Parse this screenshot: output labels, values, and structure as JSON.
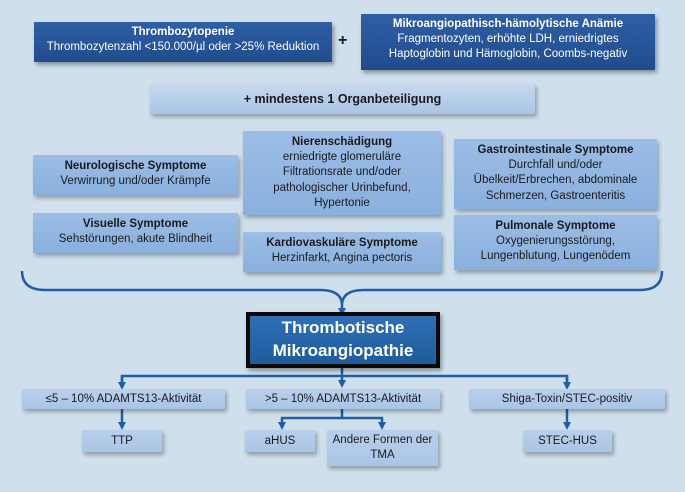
{
  "header": {
    "left": {
      "title": "Thrombozytopenie",
      "text": "Thrombozytenzahl <150.000/µl oder >25% Reduktion"
    },
    "plus": "+",
    "right": {
      "title": "Mikroangiopathisch-hämolytische Anämie",
      "lines": [
        "Fragmentozyten, erhöhte LDH, erniedrigtes",
        "Haptoglobin und Hämoglobin, Coombs-negativ"
      ]
    }
  },
  "organ_banner": "+ mindestens 1 Organbeteiligung",
  "symptoms": {
    "neuro": {
      "title": "Neurologische Symptome",
      "text": "Verwirrung und/oder Krämpfe"
    },
    "visual": {
      "title": "Visuelle Symptome",
      "text": "Sehstörungen, akute Blindheit"
    },
    "renal": {
      "title": "Nierenschädigung",
      "lines": [
        "erniedrigte glomeruläre",
        "Filtrationsrate und/oder",
        "pathologischer Urinbefund,",
        "Hypertonie"
      ]
    },
    "cardio": {
      "title": "Kardiovaskuläre Symptome",
      "text": "Herzinfarkt, Angina pectoris"
    },
    "gi": {
      "title": "Gastrointestinale Symptome",
      "lines": [
        "Durchfall und/oder",
        "Übelkeit/Erbrechen, abdominale",
        "Schmerzen, Gastroenteritis"
      ]
    },
    "pulm": {
      "title": "Pulmonale Symptome",
      "lines": [
        "Oxygenierungsstörung,",
        "Lungenblutung, Lungenödem"
      ]
    }
  },
  "center": {
    "line1": "Thrombotische",
    "line2": "Mikroangiopathie"
  },
  "branches": {
    "left": "≤5 – 10% ADAMTS13-Aktivität",
    "middle": ">5 – 10% ADAMTS13-Aktivität",
    "right": "Shiga-Toxin/STEC-positiv"
  },
  "results": {
    "ttp": "TTP",
    "ahus": "aHUS",
    "other_line1": "Andere Formen der",
    "other_line2": "TMA",
    "stec": "STEC-HUS"
  },
  "colors": {
    "dark_box": "#1f4c8c",
    "mid_box": "#8ab0de",
    "light_box": "#a9c5e6",
    "background": "#cfe0ec",
    "connector": "#1f5fa8"
  }
}
